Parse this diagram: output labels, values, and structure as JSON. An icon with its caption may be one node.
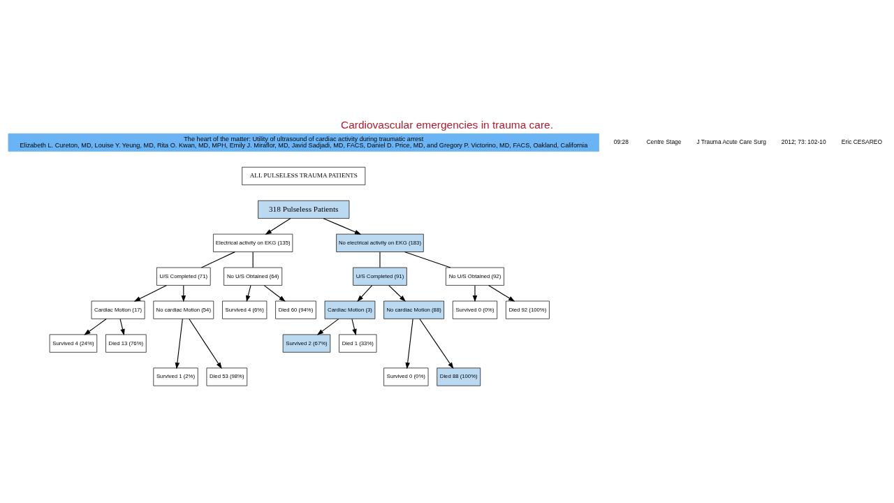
{
  "diagram": {
    "title": "Cardiovascular emergencies in trauma care.",
    "nodes": [
      {
        "text": [
          "The heart of the matter: Utility of ultrasound of cardiac activity during traumatic arrest",
          "Elizabeth L. Cureton, MD, Louise Y. Yeung, MD, Rita O. Kwan, MD, MPH, Emily J. Miraflor, MD, Javid Sadjadi, MD, FACS, Daniel D. Price, MD, and Gregory P. Victorino, MD, FACS, Oakland, California"
        ]
      },
      {
        "text": [
          "ALL PULSELESS TRAUMA PATIENTS"
        ]
      },
      {
        "text": [
          "318 Pulseless Patients"
        ]
      },
      {
        "text": [
          "Electrical activity on EKG (135)"
        ]
      },
      {
        "text": [
          "No electrical activity on EKG (183)"
        ]
      },
      {
        "text": [
          "U/S Completed (71)"
        ]
      },
      {
        "text": [
          "No U/S Obtained (64)"
        ]
      },
      {
        "text": [
          "U/S Completed (91)"
        ]
      },
      {
        "text": [
          "No U/S Obtained (92)"
        ]
      },
      {
        "text": [
          "Cardiac Motion (17)"
        ]
      },
      {
        "text": [
          "No cardiac Motion (54)"
        ]
      },
      {
        "text": [
          "Survived 4 (6%)"
        ]
      },
      {
        "text": [
          "Died 60 (94%)"
        ]
      },
      {
        "text": [
          "Cardiac Motion (3)"
        ]
      },
      {
        "text": [
          "No cardiac Motion (88)"
        ]
      },
      {
        "text": [
          "Survived 0 (0%)"
        ]
      },
      {
        "text": [
          "Died 92 (100%)"
        ]
      },
      {
        "text": [
          "Survived 4 (24%)"
        ]
      },
      {
        "text": [
          "Died 13 (76%)"
        ]
      },
      {
        "text": [
          "Survived 2 (67%)"
        ]
      },
      {
        "text": [
          "Died 1 (33%)"
        ]
      },
      {
        "text": [
          "Survived 1 (2%)"
        ]
      },
      {
        "text": [
          "Died 53 (98%)"
        ]
      },
      {
        "text": [
          "Survived 0 (0%)"
        ]
      },
      {
        "text": [
          "Died 88 (100%)"
        ]
      }
    ],
    "edges": [
      {
        "from": 2,
        "to": 3,
        "arrow": "to"
      },
      {
        "from": 2,
        "to": 4,
        "arrow": "to"
      },
      {
        "from": 3,
        "to": 5,
        "arrow": "none"
      },
      {
        "from": 3,
        "to": 6,
        "arrow": "none"
      },
      {
        "from": 4,
        "to": 7,
        "arrow": "none"
      },
      {
        "from": 4,
        "to": 8,
        "arrow": "none"
      },
      {
        "from": 5,
        "to": 9,
        "arrow": "to"
      },
      {
        "from": 5,
        "to": 10,
        "arrow": "to"
      },
      {
        "from": 6,
        "to": 11,
        "arrow": "to"
      },
      {
        "from": 6,
        "to": 12,
        "arrow": "to"
      },
      {
        "from": 7,
        "to": 13,
        "arrow": "to"
      },
      {
        "from": 7,
        "to": 14,
        "arrow": "to"
      },
      {
        "from": 8,
        "to": 15,
        "arrow": "to"
      },
      {
        "from": 8,
        "to": 16,
        "arrow": "to"
      },
      {
        "from": 9,
        "to": 17,
        "arrow": "to"
      },
      {
        "from": 9,
        "to": 18,
        "arrow": "to"
      },
      {
        "from": 13,
        "to": 19,
        "arrow": "to"
      },
      {
        "from": 13,
        "to": 20,
        "arrow": "to"
      },
      {
        "from": 10,
        "to": 21,
        "arrow": "to"
      },
      {
        "from": 10,
        "to": 22,
        "arrow": "to"
      },
      {
        "from": 14,
        "to": 23,
        "arrow": "to"
      },
      {
        "from": 14,
        "to": 24,
        "arrow": "to"
      }
    ],
    "labels": [
      "09:28",
      "Centre Stage",
      "J Trauma Acute Care Surg",
      "2012; 73: 102-10",
      "Eric CESAREO"
    ]
  }
}
